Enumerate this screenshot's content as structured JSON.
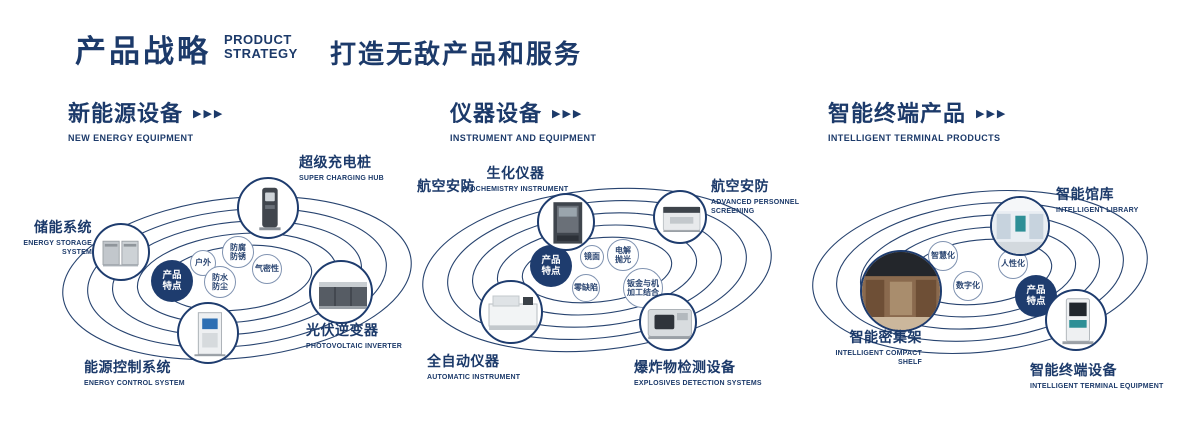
{
  "header": {
    "title": "产品战略",
    "subtitle_top": "PRODUCT",
    "subtitle_bottom": "STRATEGY",
    "tagline": "打造无敌产品和服务"
  },
  "arrows": "▶▶▶",
  "colors": {
    "navy": "#1e3c6e",
    "white": "#ffffff"
  },
  "sections": [
    {
      "title": "新能源设备",
      "subtitle": "NEW ENERGY EQUIPMENT",
      "badge": "产品特点",
      "features": [
        "户外",
        "防腐防锈",
        "气密性",
        "防水防尘"
      ],
      "products": [
        {
          "name": "储能系统",
          "en": "ENERGY STORAGE SYSTEM"
        },
        {
          "name": "超级充电桩",
          "en": "SUPER CHARGING HUB"
        },
        {
          "name": "光伏逆变器",
          "en": "PHOTOVOLTAIC INVERTER"
        },
        {
          "name": "能源控制系统",
          "en": "ENERGY CONTROL SYSTEM"
        }
      ]
    },
    {
      "title": "仪器设备",
      "subtitle": "INSTRUMENT AND EQUIPMENT",
      "badge": "产品特点",
      "extra_label": "航空安防",
      "features": [
        "镜面",
        "电解抛光",
        "零缺陷",
        "钣金与机加工结合"
      ],
      "products": [
        {
          "name": "生化仪器",
          "en": "BIOCHEMISTRY INSTRUMENT"
        },
        {
          "name": "航空安防",
          "en": "ADVANCED PERSONNEL SCREENING"
        },
        {
          "name": "全自动仪器",
          "en": "AUTOMATIC INSTRUMENT"
        },
        {
          "name": "爆炸物检测设备",
          "en": "EXPLOSIVES DETECTION SYSTEMS"
        }
      ]
    },
    {
      "title": "智能终端产品",
      "subtitle": "INTELLIGENT TERMINAL PRODUCTS",
      "badge": "产品特点",
      "features": [
        "智慧化",
        "人性化",
        "数字化"
      ],
      "products": [
        {
          "name": "智能馆库",
          "en": "INTELLIGENT LIBRARY"
        },
        {
          "name": "智能密集架",
          "en": "INTELLIGENT COMPACT SHELF"
        },
        {
          "name": "智能终端设备",
          "en": "INTELLIGENT TERMINAL EQUIPMENT"
        }
      ]
    }
  ]
}
